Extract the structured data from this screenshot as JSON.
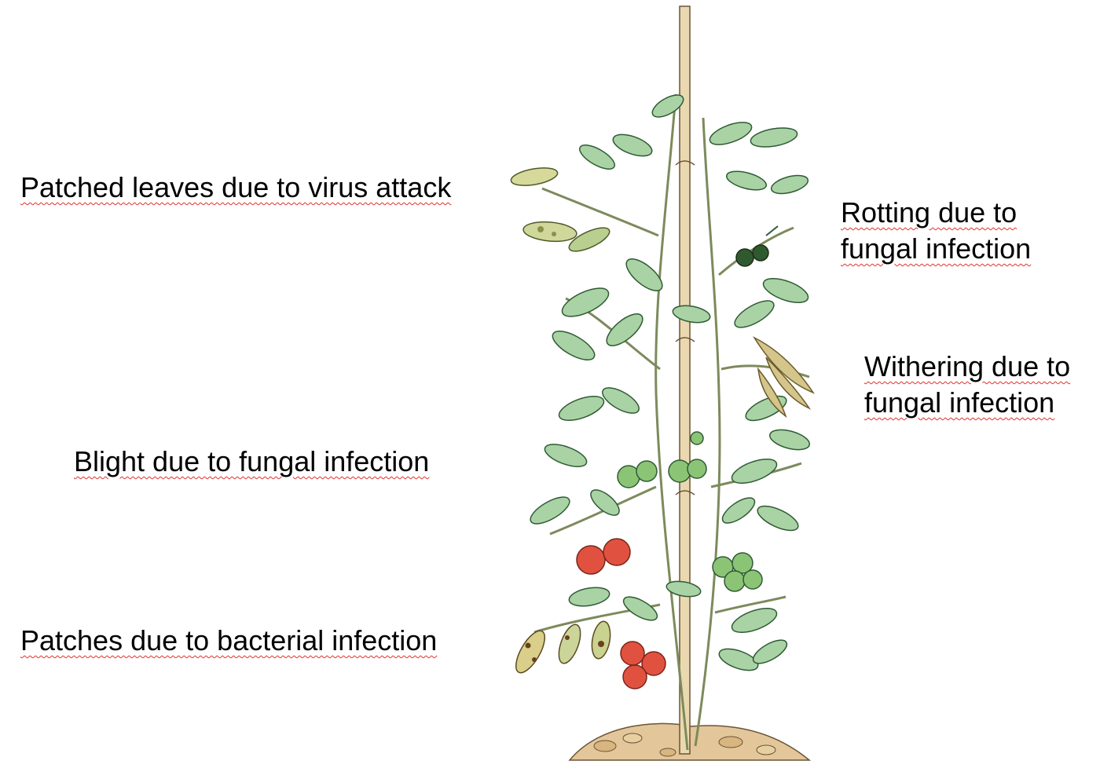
{
  "labels": {
    "virus": "Patched leaves due to virus attack",
    "rotting": [
      "Rotting due to",
      "fungal infection"
    ],
    "withering": [
      "Withering due to",
      "fungal infection"
    ],
    "blight": "Blight due to fungal infection",
    "bacterial": "Patches due to bacterial infection"
  },
  "colors": {
    "text": "#000000",
    "spellcheck_underline": "#e0312a",
    "leaf_fill": "#a9d3a4",
    "leaf_stroke": "#2f5a35",
    "stem": "#dfe6c6",
    "stake": "#ead9b0",
    "ripe_tomato": "#e0523f",
    "green_tomato": "#8cc476",
    "diseased_leaf": "#d4c68a",
    "soil": "#e3c79a"
  },
  "illustration": "tomato-plant-with-disease-symptoms"
}
